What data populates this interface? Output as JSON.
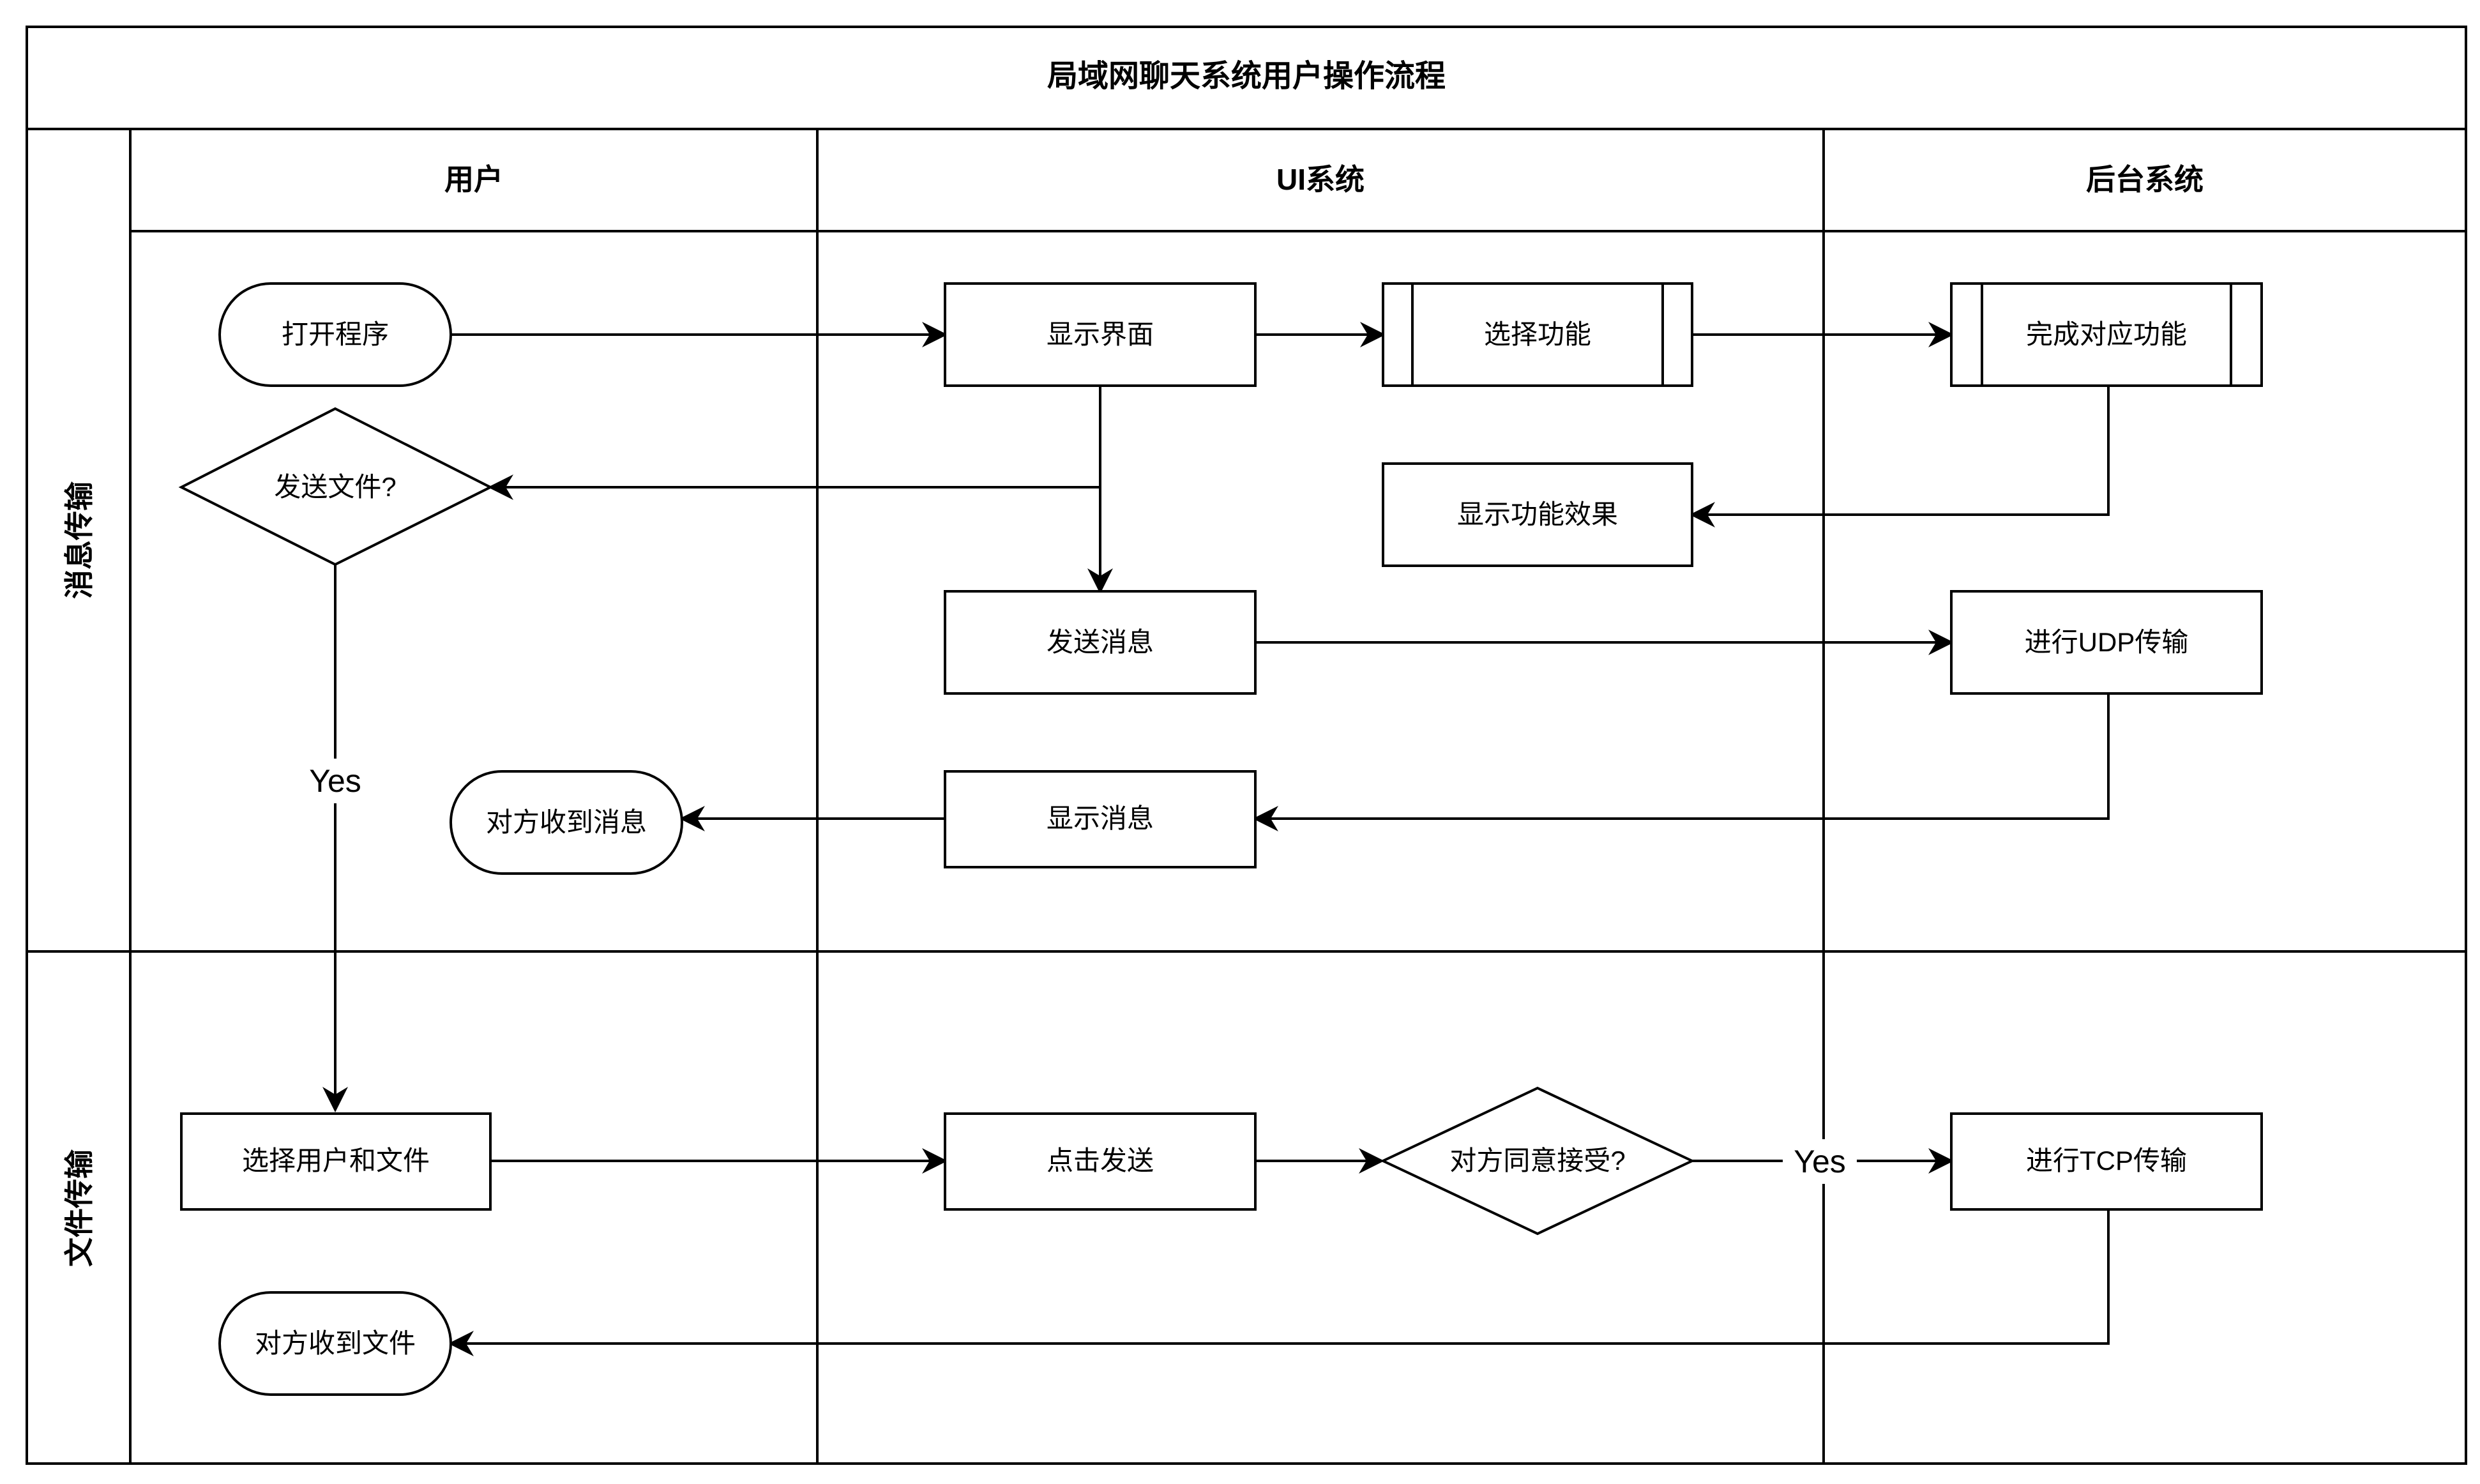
{
  "title": "局域网聊天系统用户操作流程",
  "columns": {
    "user": "用户",
    "ui": "UI系统",
    "backend": "后台系统"
  },
  "lanes": {
    "message": "消息传输",
    "file": "文件传输"
  },
  "nodes": {
    "open_program": "打开程序",
    "show_interface": "显示界面",
    "select_function": "选择功能",
    "complete_function": "完成对应功能",
    "send_file_q": "发送文件?",
    "show_function_effect": "显示功能效果",
    "send_message": "发送消息",
    "udp_transfer": "进行UDP传输",
    "show_message": "显示消息",
    "peer_receives_message": "对方收到消息",
    "select_user_file": "选择用户和文件",
    "click_send": "点击发送",
    "peer_accept_q": "对方同意接受?",
    "tcp_transfer": "进行TCP传输",
    "peer_receives_file": "对方收到文件"
  },
  "edge_labels": {
    "yes_send_file": "Yes",
    "yes_accept": "Yes"
  }
}
